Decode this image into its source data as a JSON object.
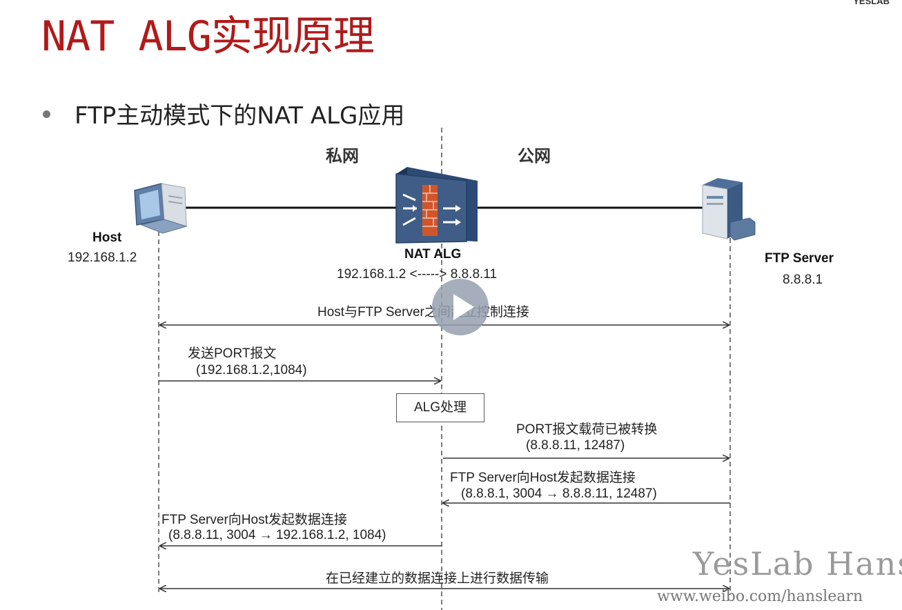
{
  "slide": {
    "title": "NAT ALG实现原理",
    "brand": "YESLAB",
    "bullet": "FTP主动模式下的NAT ALG应用"
  },
  "zones": {
    "private": "私网",
    "public": "公网"
  },
  "devices": {
    "host": {
      "name": "Host",
      "ip": "192.168.1.2",
      "icon": "computer-icon"
    },
    "nat": {
      "name": "NAT ALG",
      "ip_map": "192.168.1.2 <-----> 8.8.8.11",
      "icon": "firewall-icon"
    },
    "server": {
      "name": "FTP Server",
      "ip": "8.8.8.1",
      "icon": "server-icon"
    }
  },
  "messages": {
    "control": "Host与FTP Server之间建立控制连接",
    "port_send": "发送PORT报文",
    "port_send_detail": "(192.168.1.2,1084)",
    "alg": "ALG处理",
    "port_translated": "PORT报文载荷已被转换",
    "port_translated_detail": "(8.8.8.11, 12487)",
    "data_conn_1": "FTP Server向Host发起数据连接",
    "data_conn_1_detail": "(8.8.8.1, 3004 → 8.8.8.11, 12487)",
    "data_conn_2": "FTP Server向Host发起数据连接",
    "data_conn_2_detail": "(8.8.8.11, 3004 → 192.168.1.2, 1084)",
    "transfer": "在已经建立的数据连接上进行数据传输"
  },
  "watermark": {
    "line1": "YesLab Hans",
    "line2": "www.weibo.com/hanslearn"
  },
  "colors": {
    "title": "#b01a1a",
    "firewall_body": "#3f5d86",
    "firewall_bricks": "#d2552a"
  }
}
